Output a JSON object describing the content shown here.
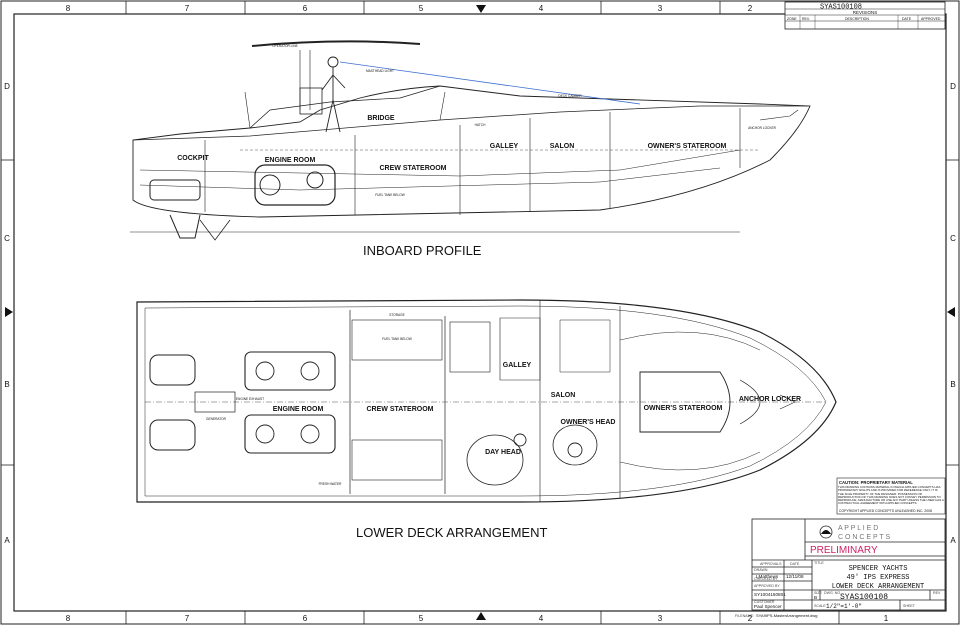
{
  "grid": {
    "columns": [
      "8",
      "7",
      "6",
      "5",
      "4",
      "3",
      "2",
      "1"
    ],
    "rows": [
      "D",
      "C",
      "B",
      "A"
    ]
  },
  "titles": {
    "profile": "INBOARD PROFILE",
    "plan": "LOWER DECK ARRANGEMENT"
  },
  "profile_rooms": {
    "bridge": "BRIDGE",
    "cockpit": "COCKPIT",
    "engine_room": "ENGINE ROOM",
    "crew_stateroom": "CREW STATEROOM",
    "galley": "GALLEY",
    "salon": "SALON",
    "owners_stateroom": "OWNER'S STATEROOM",
    "anchor_locker": "ANCHOR LOCKER"
  },
  "profile_notes": {
    "operator": "OPERATOR LINE",
    "masthead": "MASTHEAD LIGHT",
    "deck": "DECK CAMBER",
    "hatch": "HATCH",
    "fuel": "FUEL TANK BELOW"
  },
  "plan_rooms": {
    "engine_room": "ENGINE ROOM",
    "crew_stateroom": "CREW STATEROOM",
    "galley": "GALLEY",
    "salon": "SALON",
    "owners_head": "OWNER'S HEAD",
    "owners_stateroom": "OWNER'S STATEROOM",
    "day_head": "DAY HEAD",
    "anchor_locker": "ANCHOR LOCKER"
  },
  "plan_notes": {
    "storage": "STORAGE",
    "generator": "GENERATOR",
    "tank_below": "FUEL TANK BELOW",
    "engine_exhaust": "ENGINE EXHAUST",
    "fresh_water": "FRESH WATER"
  },
  "revisions": {
    "dwg_no": "SYAS100108",
    "heading": "REVISIONS",
    "cols": [
      "ZONE",
      "REV.",
      "DESCRIPTION",
      "DATE",
      "APPROVED"
    ]
  },
  "caution": {
    "title": "CAUTION:  PROPRIETARY MATERIAL",
    "body": "THIS DRAWING CONTAINS MATERIAL IN WHICH APPLIED CONCEPTS HAS PROPRIETARY RIGHTS AND IS PROVIDED FOR REFERENCE ONLY. IT IS THE SOLE PROPERTY OF THE DESIGNER. POSSESSION OR REPRODUCTION OF THIS DRAWING DOES NOT CONVEY PERMISSION TO REPRODUCE, MANUFACTURE OR USE ANY PART UNLESS THE USER HAS A CONTRACTUAL AGREEMENT WITH APPLIED CONCEPTS.",
    "copyright": "COPYRIGHT  APPLIED CONCEPTS UNLEASHED INC. 2008"
  },
  "company": {
    "line1": "A P P L I E D",
    "line2": "C O N C E P T S"
  },
  "title_block": {
    "status": "PRELIMINARY",
    "title_label": "TITLE",
    "title_lines": [
      "SPENCER YACHTS",
      "49' IPS EXPRESS",
      "LOWER DECK ARRANGEMENT"
    ],
    "approvals": "APPROVALS",
    "date_label": "DATE",
    "drawn_label": "DRAWN",
    "drawn_by": "LMatthews",
    "drawn_date": "12/11/08",
    "checked_label": "CHECKED BY",
    "approved_label": "APPROVED BY",
    "contract": "SY1004160801",
    "customer_label": "CUSTOMER",
    "customer": "Paul Spencer",
    "size_label": "SIZE",
    "size": "B",
    "dwg_label": "DWG. NO.",
    "dwg_no": "SYAS100108",
    "rev_label": "REV",
    "rev": "",
    "scale_label": "SCALE",
    "scale": "1/2\"=1'-0\"",
    "sheet_label": "SHEET",
    "filename_label": "FILENAME:",
    "filename": "SYA9IPS-MasterArrangement.dwg"
  },
  "colors": {
    "ink": "#111111",
    "accent": "#d11e64",
    "sheer": "#3d6fd0"
  }
}
